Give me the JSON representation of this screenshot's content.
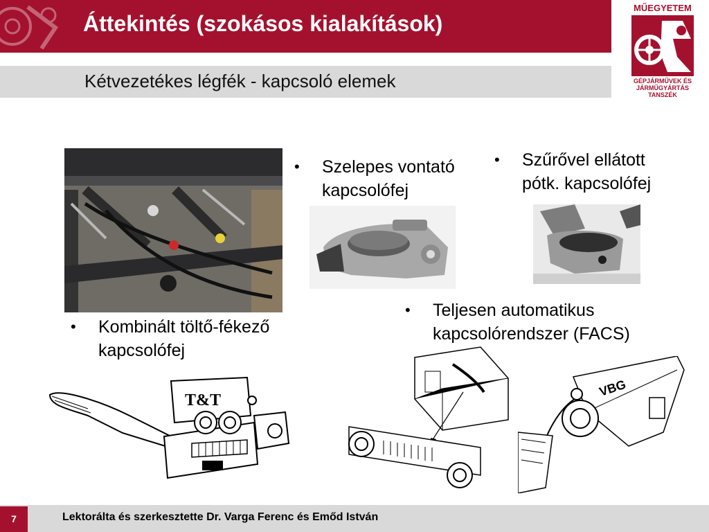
{
  "header": {
    "title": "Áttekintés (szokásos kialakítások)",
    "subtitle": "Kétvezetékes légfék - kapcsoló elemek",
    "brand_color": "#a4112e"
  },
  "logo": {
    "top_text": "MŰEGYETEM",
    "bottom_lines": [
      "GÉPJÁRMŰVEK ÉS",
      "JÁRMŰGYÁRTÁS",
      "TANSZÉK"
    ]
  },
  "bullets": {
    "valve_head": [
      "Szelepes vontató",
      "kapcsolófej"
    ],
    "filter_head": [
      "Szűrővel ellátott",
      "pótk. kapcsolófej"
    ],
    "combined_head": [
      "Kombinált töltő-fékező",
      "kapcsolófej"
    ],
    "facs": [
      "Teljesen automatikus",
      "kapcsolórendszer (FACS)"
    ],
    "marker": "•"
  },
  "footer": {
    "page_number": "7",
    "credit": "Lektorálta és szerkesztette Dr. Varga Ferenc és Emőd István"
  }
}
